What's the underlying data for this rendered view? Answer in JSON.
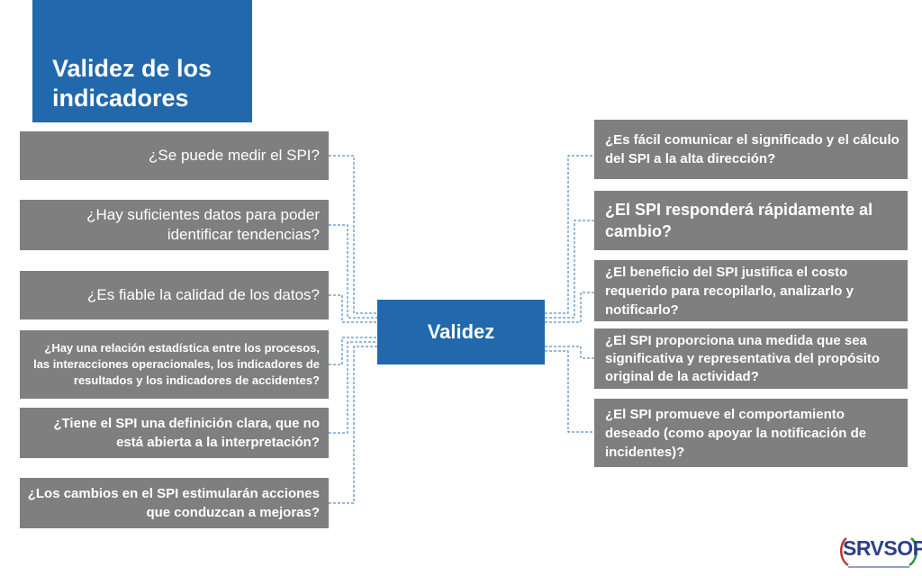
{
  "title": "Validez de los indicadores",
  "center_label": "Validez",
  "left_questions": [
    "¿Se puede medir el SPI?",
    "¿Hay suficientes datos para poder identificar tendencias?",
    "¿Es fiable la calidad de los datos?",
    "¿Hay una relación estadística entre los procesos, las interacciones operacionales, los indicadores de resultados y los indicadores de accidentes?",
    "¿Tiene el SPI una definición clara, que no está abierta a la interpretación?",
    "¿Los cambios en el SPI estimularán acciones que conduzcan a mejoras?"
  ],
  "right_questions": [
    "¿Es fácil comunicar el significado y el cálculo del SPI a la alta dirección?",
    "¿El SPI responderá rápidamente al cambio?",
    "¿El beneficio del SPI justifica el costo requerido para recopilarlo, analizarlo y notificarlo?",
    "¿El SPI proporciona una medida que sea significativa y representativa del propósito original de la actividad?",
    "¿El SPI promueve el comportamiento deseado (como apoyar la notificación de incidentes)?"
  ],
  "logo": {
    "text": "SRVSOP"
  },
  "colors": {
    "accent_blue": "#2268ad",
    "box_gray": "#7f7f7f",
    "connector_blue": "#2e75b6"
  }
}
